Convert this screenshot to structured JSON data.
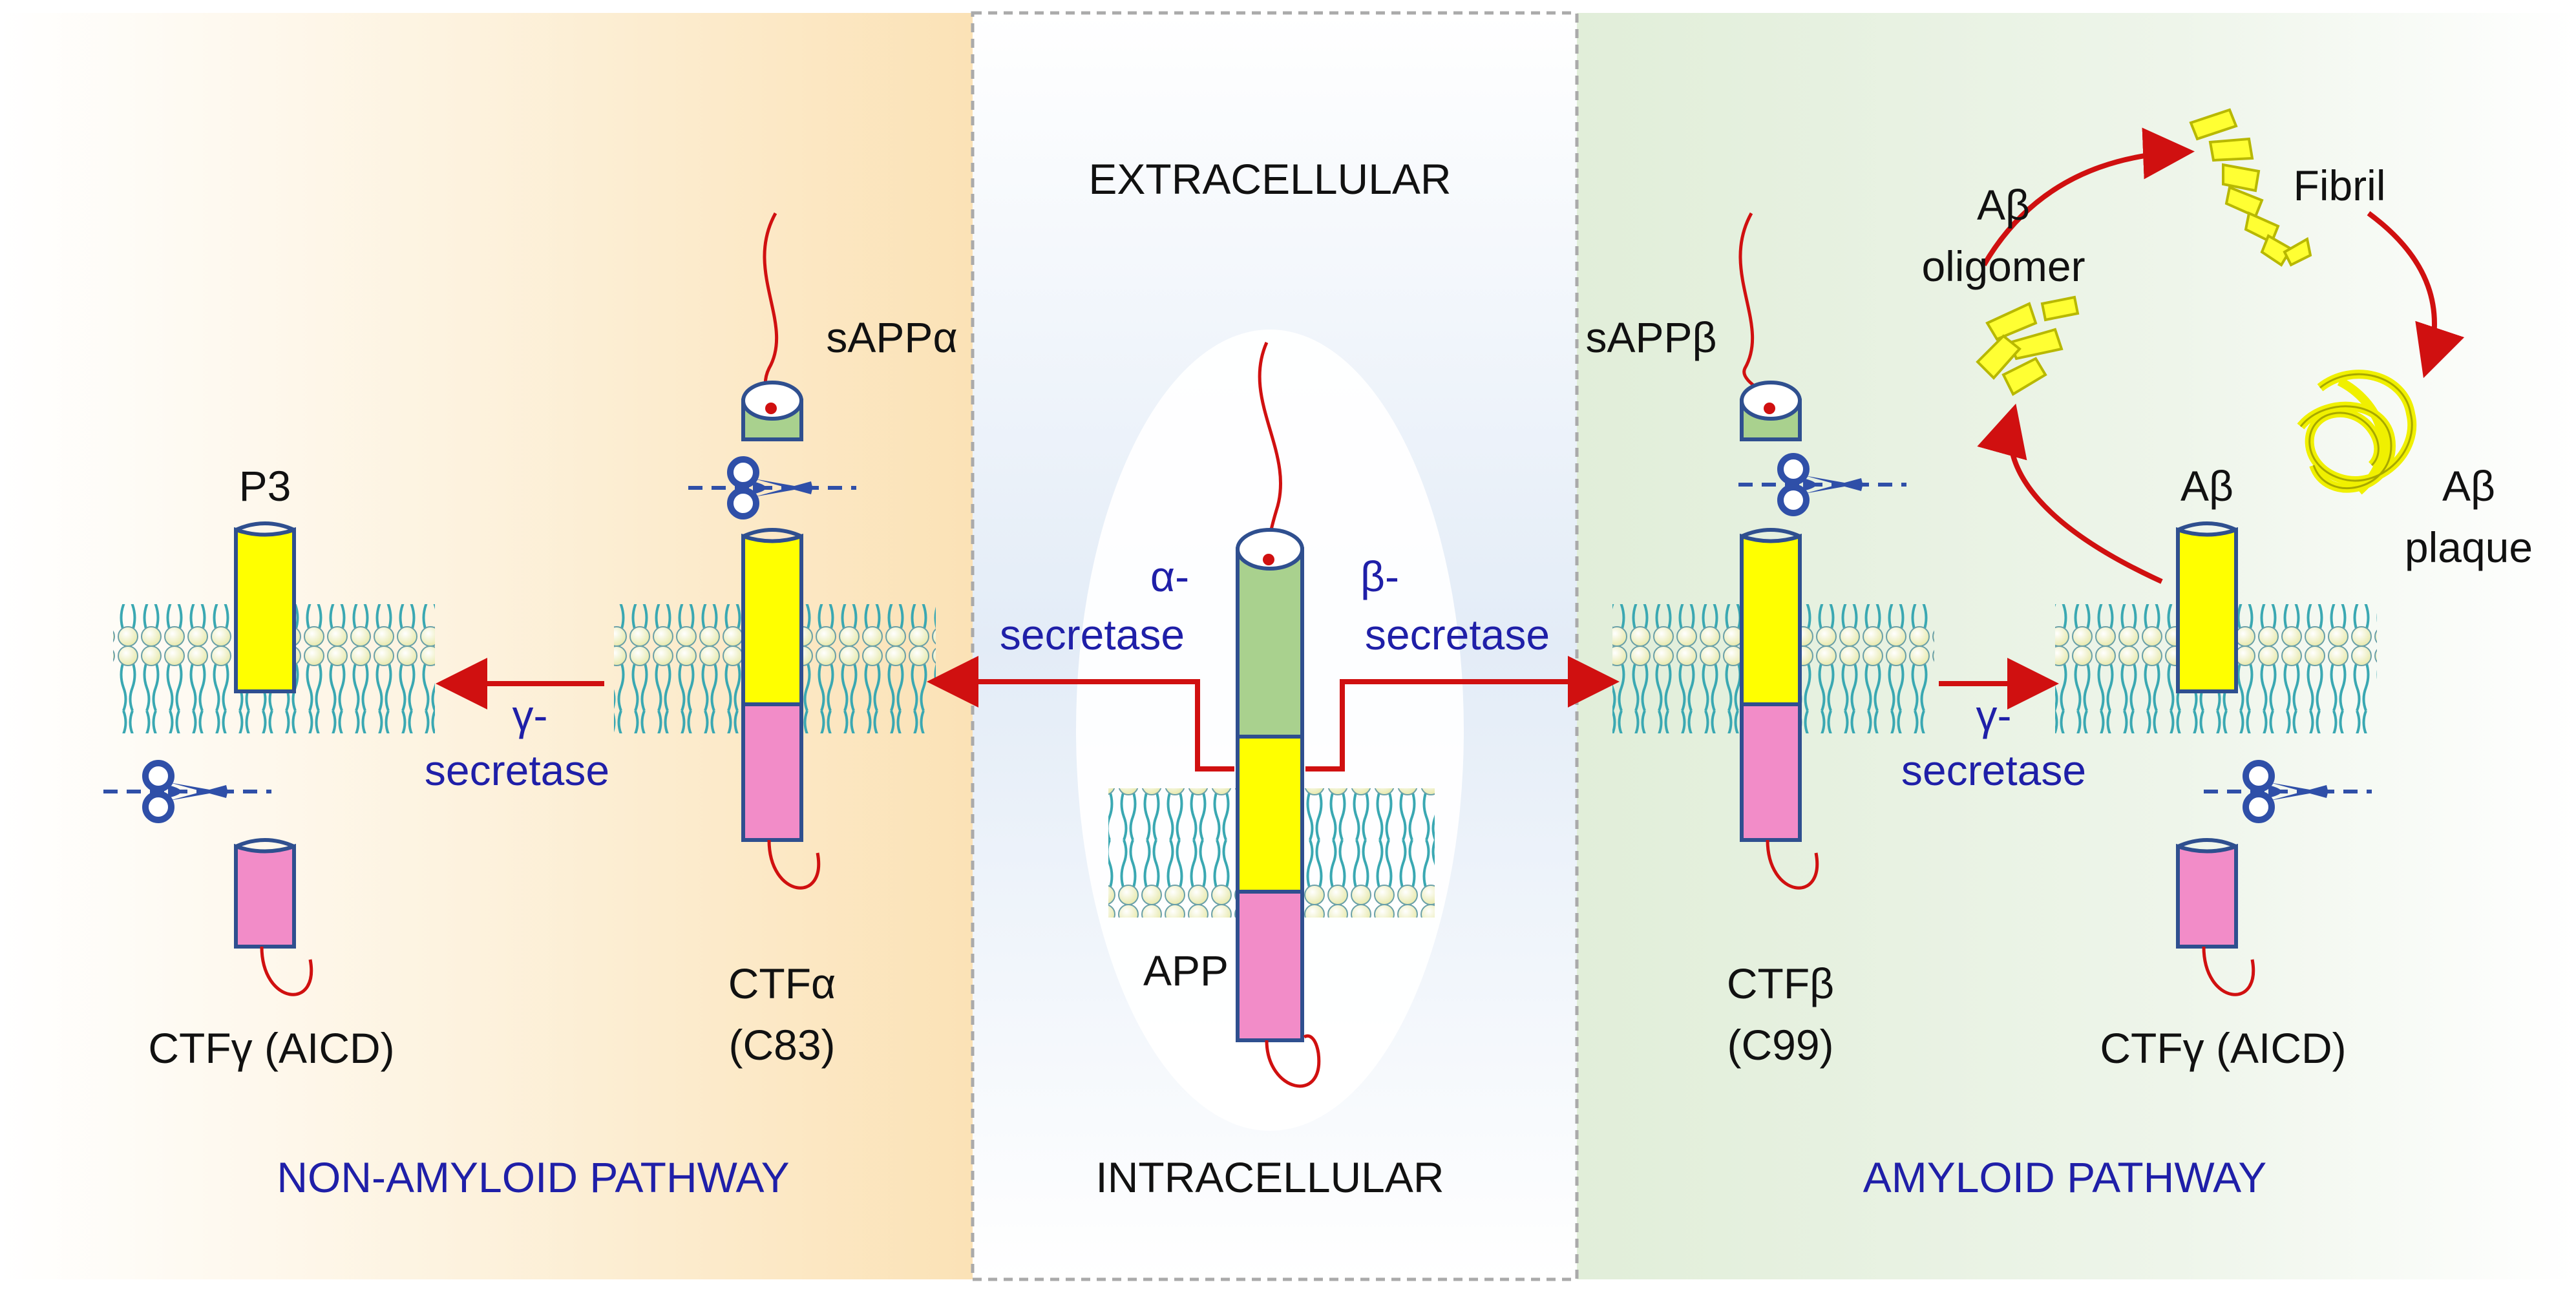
{
  "colors": {
    "left_bg": "#fbe3bd",
    "center_bg": "#e6eef8",
    "right_bg": "#e3efdd",
    "membrane_head": "#f1f4c6",
    "membrane_tail": "#3aa8b2",
    "segment_green": "#a9d18e",
    "segment_yellow": "#ffff00",
    "segment_pink": "#f28cc8",
    "outline": "#2f4f8f",
    "arrow_red": "#d01010",
    "label_blue": "#1f1fa8",
    "scissors_blue": "#2f4fa8",
    "aggregate_yellow": "#ffff33"
  },
  "labels": {
    "extracellular": "EXTRACELLULAR",
    "intracellular": "INTRACELLULAR",
    "non_amyloid_pathway": "NON-AMYLOID PATHWAY",
    "amyloid_pathway": "AMYLOID PATHWAY",
    "app": "APP",
    "alpha_secretase_1": "α-",
    "alpha_secretase_2": "secretase",
    "beta_secretase_1": "β-",
    "beta_secretase_2": "secretase",
    "gamma_left_1": "γ-",
    "gamma_left_2": "secretase",
    "gamma_right_1": "γ-",
    "gamma_right_2": "secretase",
    "sappa": "sAPPα",
    "sappb": "sAPPβ",
    "p3": "P3",
    "ctf_alpha_1": "CTFα",
    "ctf_alpha_2": "(C83)",
    "ctf_beta_1": "CTFβ",
    "ctf_beta_2": "(C99)",
    "ctfg_left": "CTFγ (AICD)",
    "ctfg_right": "CTFγ (AICD)",
    "abeta": "Aβ",
    "abeta_oligomer_1": "Aβ",
    "abeta_oligomer_2": "oligomer",
    "fibril": "Fibril",
    "abeta_plaque_1": "Aβ",
    "abeta_plaque_2": "plaque"
  },
  "icons": [
    "scissors-icon",
    "lipid-bilayer-icon",
    "curved-arrow-icon"
  ]
}
